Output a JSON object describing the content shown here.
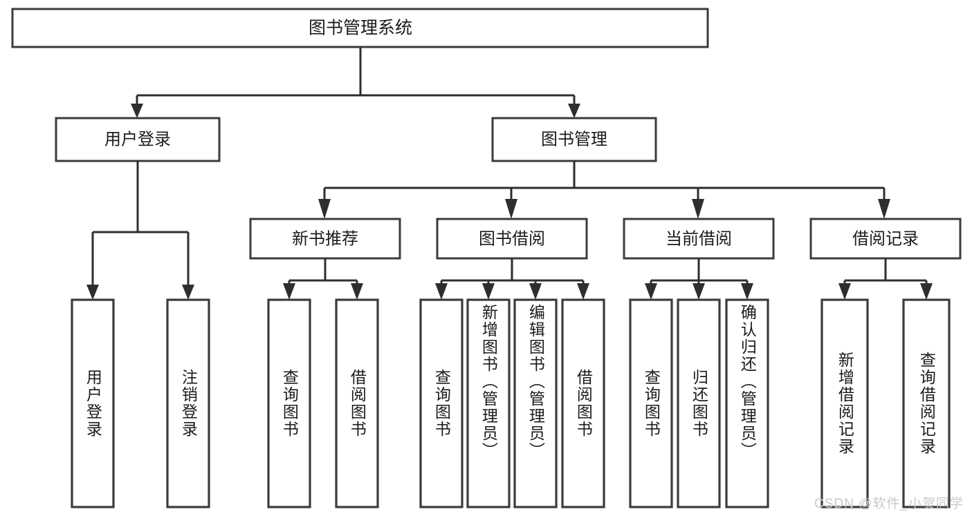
{
  "diagram": {
    "type": "tree-hierarchy",
    "title": "图书管理系统",
    "watermark": "CSDN @软件_小贺同学",
    "colors": {
      "box_stroke": "#3b3b3b",
      "connector": "#2e2e2e",
      "box_fill": "#ffffff",
      "background": "#ffffff",
      "watermark": "#c9c9c9"
    },
    "root": {
      "label": "图书管理系统"
    },
    "level2": [
      {
        "label": "用户登录"
      },
      {
        "label": "图书管理"
      }
    ],
    "level3": [
      {
        "label": "新书推荐"
      },
      {
        "label": "图书借阅"
      },
      {
        "label": "当前借阅"
      },
      {
        "label": "借阅记录"
      }
    ],
    "leaves": {
      "user_login": [
        {
          "label": "用户登录"
        },
        {
          "label": "注销登录"
        }
      ],
      "new_book_recommend": [
        {
          "label": "查询图书"
        },
        {
          "label": "借阅图书"
        }
      ],
      "book_borrow": [
        {
          "label": "查询图书"
        },
        {
          "label": "新增图书（管理员）"
        },
        {
          "label": "编辑图书（管理员）"
        },
        {
          "label": "借阅图书"
        }
      ],
      "current_borrow": [
        {
          "label": "查询图书"
        },
        {
          "label": "归还图书"
        },
        {
          "label": "确认归还（管理员）"
        }
      ],
      "borrow_record": [
        {
          "label": "新增借阅记录"
        },
        {
          "label": "查询借阅记录"
        }
      ]
    }
  }
}
